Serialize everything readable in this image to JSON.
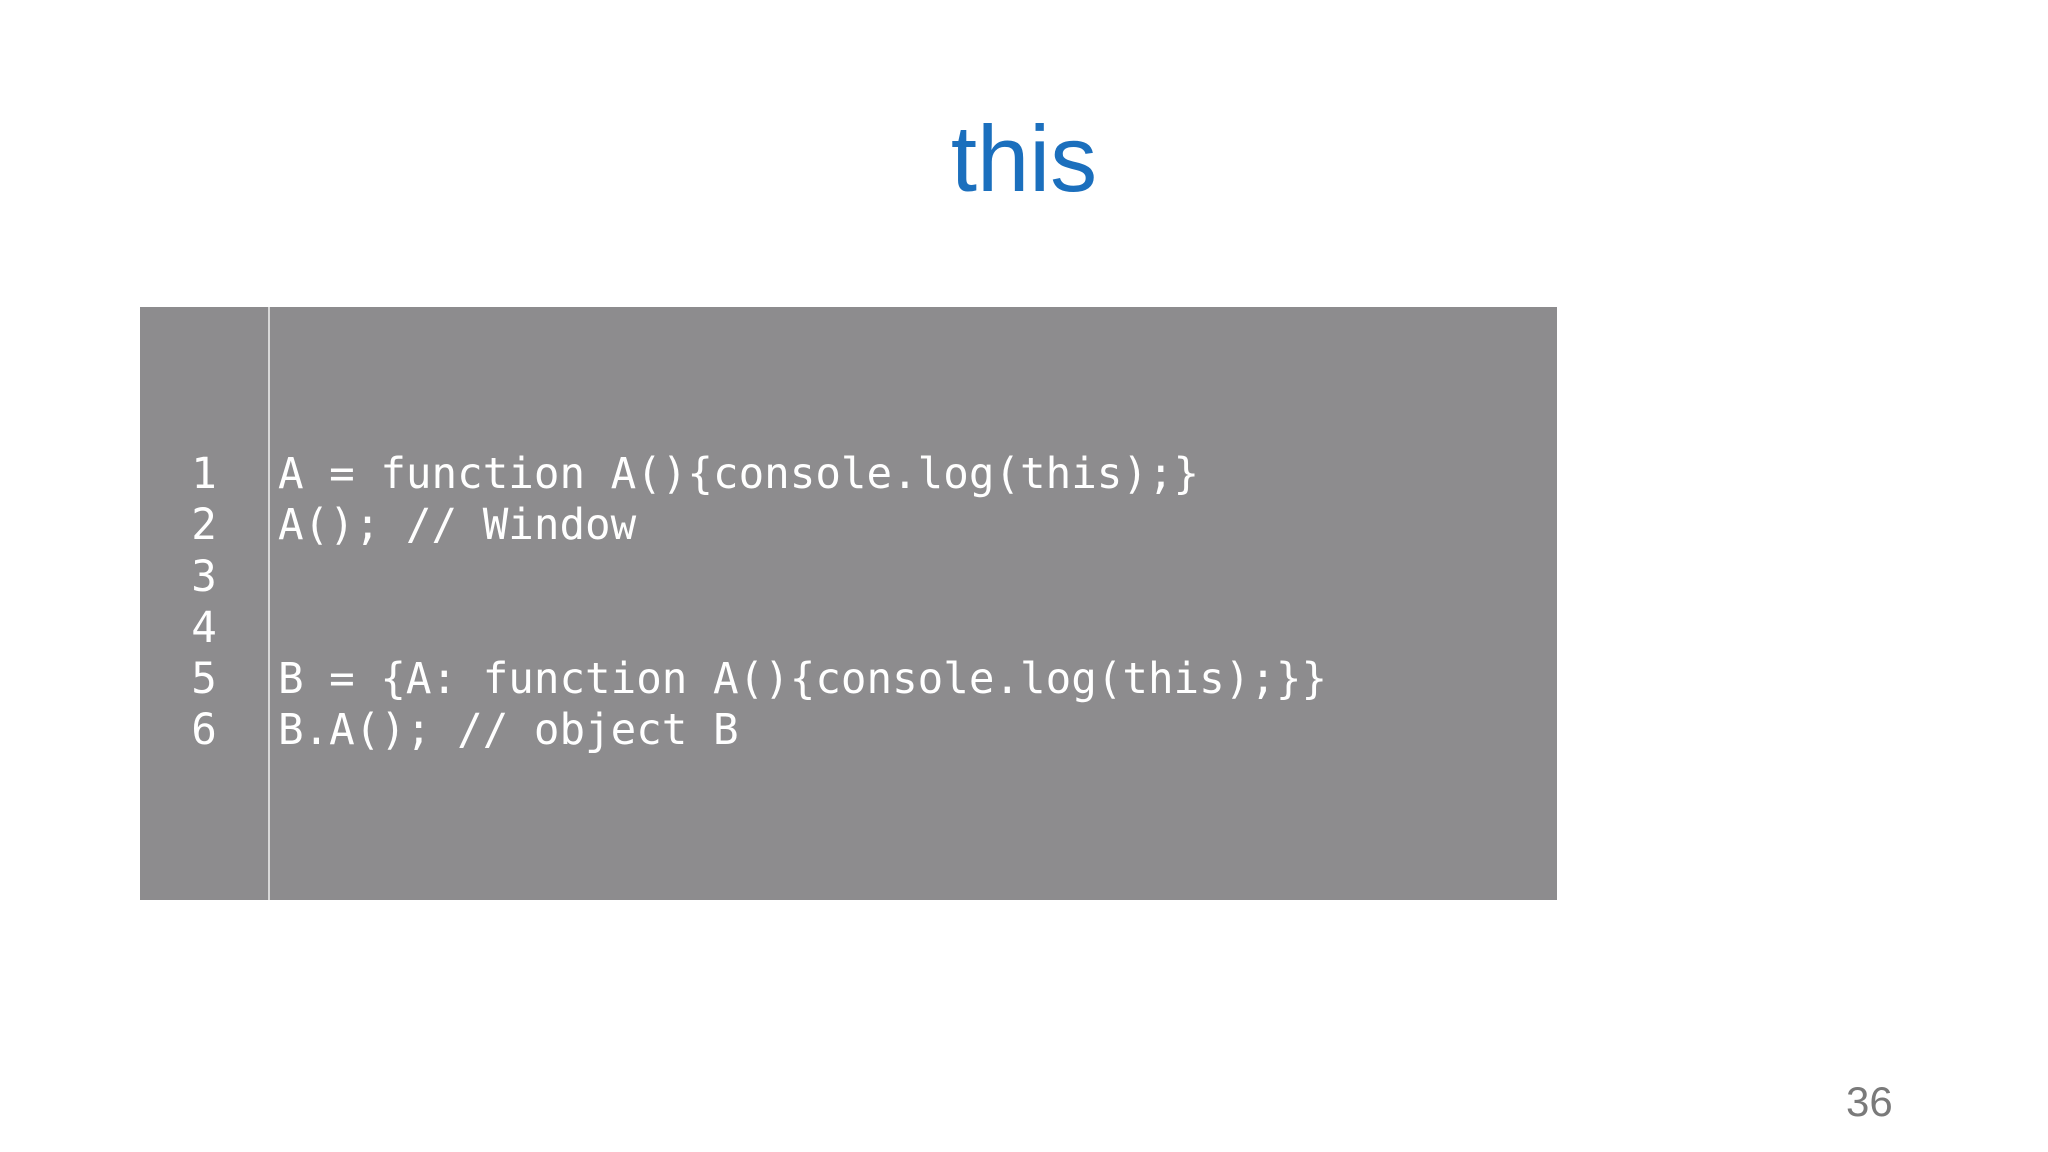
{
  "slide": {
    "title": "this",
    "page_number": "36",
    "colors": {
      "title": "#1b6fbd",
      "code_background": "#8d8c8e"
    }
  },
  "code": {
    "lines": [
      {
        "number": "1",
        "text": "A = function A(){console.log(this);}"
      },
      {
        "number": "2",
        "text": "A(); // Window"
      },
      {
        "number": "3",
        "text": ""
      },
      {
        "number": "4",
        "text": ""
      },
      {
        "number": "5",
        "text": "B = {A: function A(){console.log(this);}}"
      },
      {
        "number": "6",
        "text": "B.A(); // object B"
      }
    ]
  }
}
